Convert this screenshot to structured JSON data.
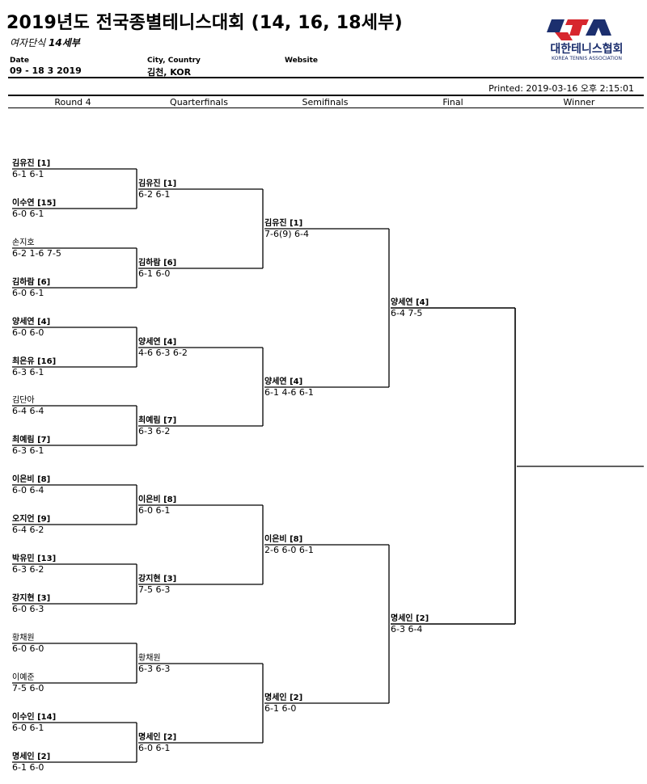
{
  "header": {
    "title": "2019년도 전국종별테니스대회 (14, 16, 18세부)",
    "event_prefix": "여자단식",
    "event_bold": "14세부",
    "date_label": "Date",
    "date_value": "09 - 18 3 2019",
    "city_label": "City, Country",
    "city_value": "김천, KOR",
    "website_label": "Website",
    "logo_text": "대한테니스협회",
    "logo_subtext": "KOREA TENNIS ASSOCIATION",
    "logo_mark": "KTA",
    "printed": "Printed: 2019-03-16 오후 2:15:01"
  },
  "rounds": [
    "Round 4",
    "Quarterfinals",
    "Semifinals",
    "Final",
    "Winner"
  ],
  "colors": {
    "logo_red": "#d7262e",
    "logo_navy": "#1c2f6e"
  },
  "round4": [
    {
      "name": "김유진 [1]",
      "score": "6-1 6-1",
      "seeded": true
    },
    {
      "name": "이수연 [15]",
      "score": "6-0 6-1",
      "seeded": true
    },
    {
      "name": "손지호",
      "score": "6-2 1-6 7-5",
      "seeded": false
    },
    {
      "name": "김하람 [6]",
      "score": "6-0 6-1",
      "seeded": true
    },
    {
      "name": "양세연 [4]",
      "score": "6-0 6-0",
      "seeded": true
    },
    {
      "name": "최은유 [16]",
      "score": "6-3 6-1",
      "seeded": true
    },
    {
      "name": "김단아",
      "score": "6-4 6-4",
      "seeded": false
    },
    {
      "name": "최예림 [7]",
      "score": "6-3 6-1",
      "seeded": true
    },
    {
      "name": "이은비 [8]",
      "score": "6-0 6-4",
      "seeded": true
    },
    {
      "name": "오지언 [9]",
      "score": "6-4 6-2",
      "seeded": true
    },
    {
      "name": "박유민 [13]",
      "score": "6-3 6-2",
      "seeded": true
    },
    {
      "name": "강지현 [3]",
      "score": "6-0 6-3",
      "seeded": true
    },
    {
      "name": "황채원",
      "score": "6-0 6-0",
      "seeded": false
    },
    {
      "name": "이예준",
      "score": "7-5 6-0",
      "seeded": false
    },
    {
      "name": "이수인 [14]",
      "score": "6-0 6-1",
      "seeded": true
    },
    {
      "name": "명세인 [2]",
      "score": "6-1 6-0",
      "seeded": true
    }
  ],
  "quarterfinals": [
    {
      "name": "김유진 [1]",
      "score": "6-2 6-1",
      "seeded": true
    },
    {
      "name": "김하람 [6]",
      "score": "6-1 6-0",
      "seeded": true
    },
    {
      "name": "양세연 [4]",
      "score": "4-6 6-3 6-2",
      "seeded": true
    },
    {
      "name": "최예림 [7]",
      "score": "6-3 6-2",
      "seeded": true
    },
    {
      "name": "이은비 [8]",
      "score": "6-0 6-1",
      "seeded": true
    },
    {
      "name": "강지현 [3]",
      "score": "7-5 6-3",
      "seeded": true
    },
    {
      "name": "황채원",
      "score": "6-3 6-3",
      "seeded": false
    },
    {
      "name": "명세인 [2]",
      "score": "6-0 6-1",
      "seeded": true
    }
  ],
  "semifinals": [
    {
      "name": "김유진 [1]",
      "score": "7-6(9) 6-4",
      "seeded": true
    },
    {
      "name": "양세연 [4]",
      "score": "6-1 4-6 6-1",
      "seeded": true
    },
    {
      "name": "이은비 [8]",
      "score": "2-6 6-0 6-1",
      "seeded": true
    },
    {
      "name": "명세인 [2]",
      "score": "6-1 6-0",
      "seeded": true
    }
  ],
  "final": [
    {
      "name": "양세연 [4]",
      "score": "6-4 7-5",
      "seeded": true
    },
    {
      "name": "명세인 [2]",
      "score": "6-3 6-4",
      "seeded": true
    }
  ],
  "winner": {
    "name": "",
    "score": ""
  }
}
